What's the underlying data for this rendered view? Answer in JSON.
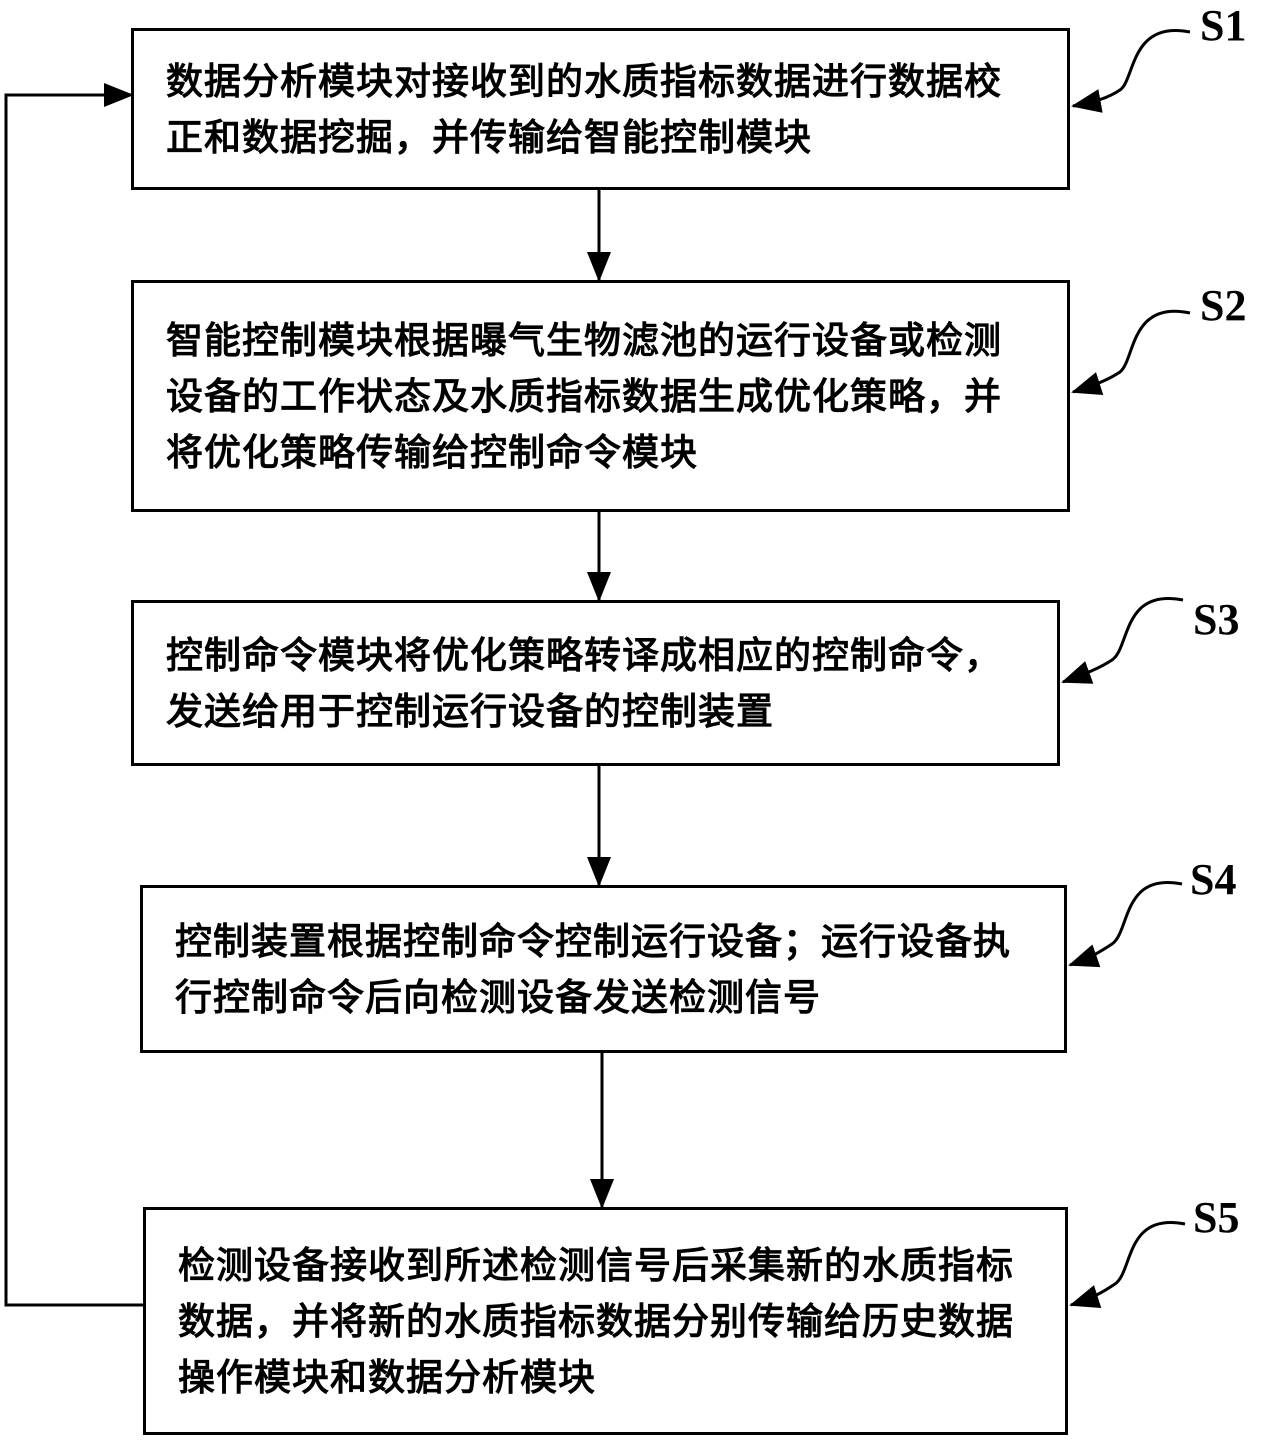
{
  "steps": [
    {
      "label": "S1",
      "text": "数据分析模块对接收到的水质指标数据进行数据校正和数据挖掘，并传输给智能控制模块"
    },
    {
      "label": "S2",
      "text": "智能控制模块根据曝气生物滤池的运行设备或检测设备的工作状态及水质指标数据生成优化策略，并将优化策略传输给控制命令模块"
    },
    {
      "label": "S3",
      "text": "控制命令模块将优化策略转译成相应的控制命令，发送给用于控制运行设备的控制装置"
    },
    {
      "label": "S4",
      "text": "控制装置根据控制命令控制运行设备；运行设备执行控制命令后向检测设备发送检测信号"
    },
    {
      "label": "S5",
      "text": "检测设备接收到所述检测信号后采集新的水质指标数据，并将新的水质指标数据分别传输给历史数据操作模块和数据分析模块"
    }
  ],
  "colors": {
    "stroke": "#000000",
    "background": "#ffffff"
  }
}
